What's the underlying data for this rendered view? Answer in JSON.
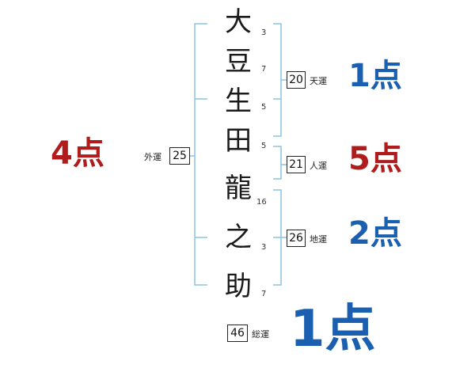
{
  "name_chars": [
    {
      "char": "大",
      "strokes": "3"
    },
    {
      "char": "豆",
      "strokes": "7"
    },
    {
      "char": "生",
      "strokes": "5"
    },
    {
      "char": "田",
      "strokes": "5"
    },
    {
      "char": "龍",
      "strokes": "16"
    },
    {
      "char": "之",
      "strokes": "3"
    },
    {
      "char": "助",
      "strokes": "7"
    }
  ],
  "kakusu": {
    "tenkaku": {
      "value": "20",
      "label": "天運",
      "score": "1点"
    },
    "jinkaku": {
      "value": "21",
      "label": "人運",
      "score": "5点"
    },
    "chikaku": {
      "value": "26",
      "label": "地運",
      "score": "2点"
    },
    "gaikaku": {
      "value": "25",
      "label": "外運",
      "score": "4点"
    },
    "soukaku": {
      "value": "46",
      "label": "総運",
      "score": "1点"
    }
  },
  "colors": {
    "bracket": "#8ac4e4",
    "score_red": "#b01c1c",
    "score_blue": "#1b5fb0"
  }
}
